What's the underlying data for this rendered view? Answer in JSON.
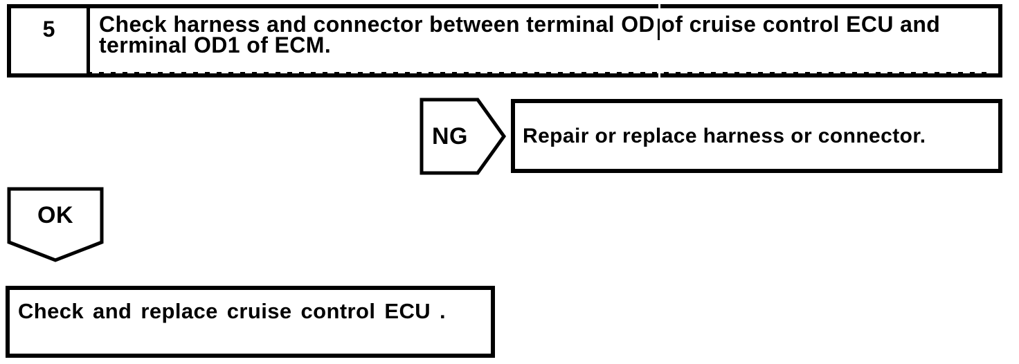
{
  "page": {
    "background": "#ffffff",
    "ink": "#000000",
    "kind": "scanned service-manual diagnostic flowchart"
  },
  "flowchart": {
    "step": {
      "number": "5",
      "instruction_lines": [
        "Check harness and connector between terminal OD of cruise control ECU and",
        "terminal OD1 of ECM."
      ]
    },
    "ng_branch": {
      "label": "NG",
      "result": "Repair or replace harness or connector."
    },
    "ok_branch": {
      "label": "OK",
      "result": "Check and replace cruise control ECU ."
    }
  }
}
